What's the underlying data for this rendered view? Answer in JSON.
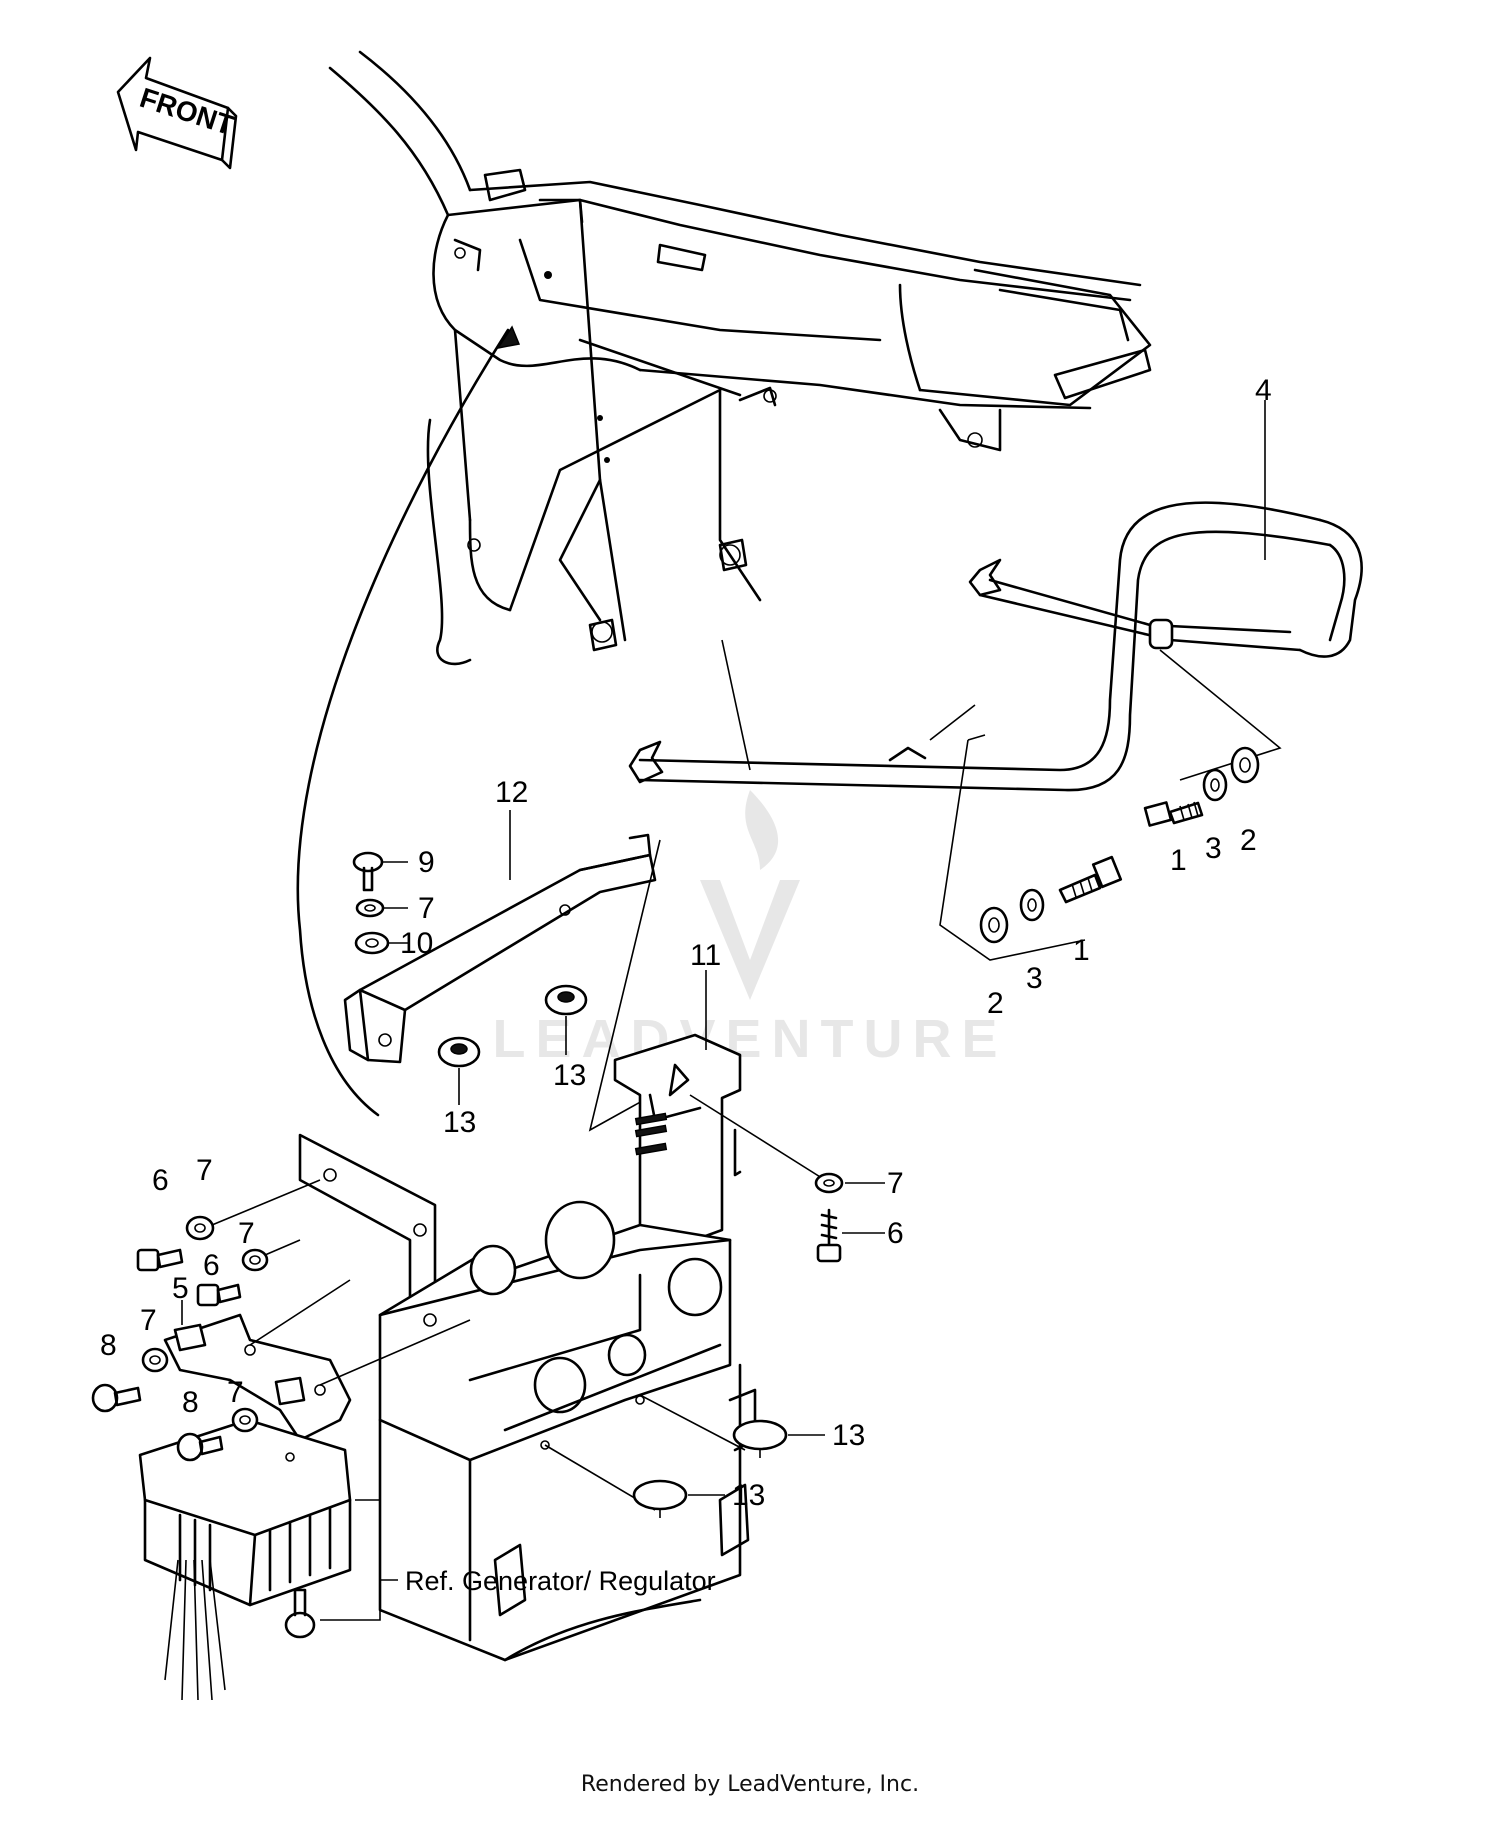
{
  "badge": {
    "front_label": "FRONT"
  },
  "watermark": {
    "brand": "LEADVENTURE"
  },
  "callouts": {
    "c1a": "1",
    "c1b": "1",
    "c2a": "2",
    "c2b": "2",
    "c3a": "3",
    "c3b": "3",
    "c4": "4",
    "c5": "5",
    "c6a": "6",
    "c6b": "6",
    "c6c": "6",
    "c7a": "7",
    "c7b": "7",
    "c7c": "7",
    "c7d": "7",
    "c7e": "7",
    "c7f": "7",
    "c8a": "8",
    "c8b": "8",
    "c9": "9",
    "c10": "10",
    "c11": "11",
    "c12": "12",
    "c13a": "13",
    "c13b": "13",
    "c13c": "13",
    "c13d": "13"
  },
  "reference_note": "Ref.  Generator/ Regulator",
  "footer": "Rendered by LeadVenture, Inc."
}
